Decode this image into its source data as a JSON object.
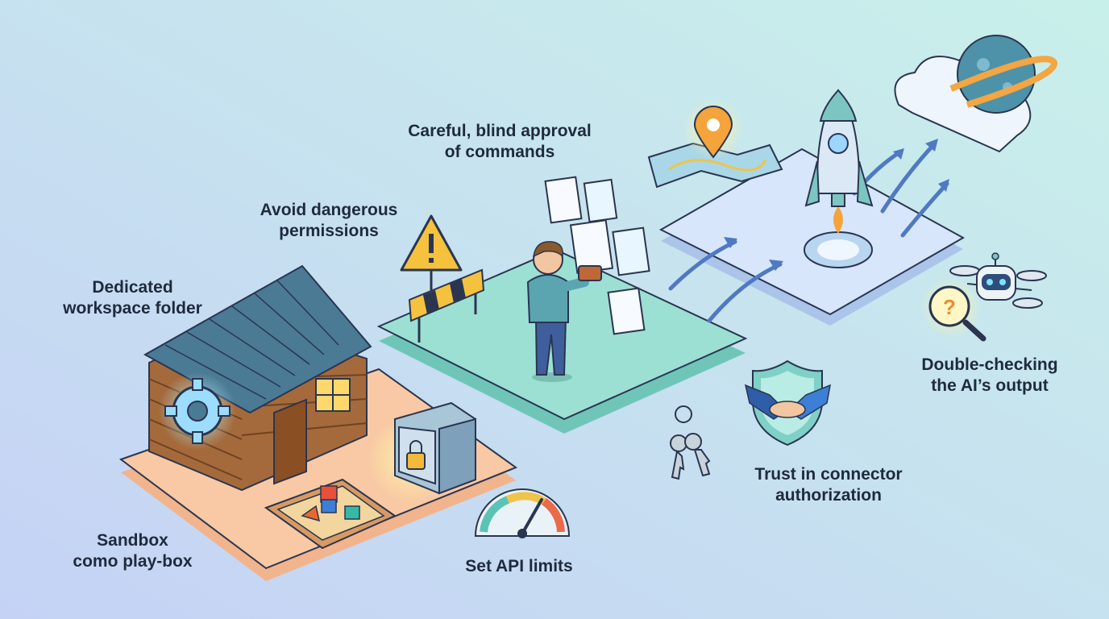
{
  "labels": {
    "careful_approval": [
      "Careful, blind approval",
      "of commands"
    ],
    "avoid_permissions": [
      "Avoid dangerous",
      "permissions"
    ],
    "workspace_folder": [
      "Dedicated",
      "workspace folder"
    ],
    "double_checking": [
      "Double-checking",
      "the AI’s output"
    ],
    "trust_connector": [
      "Trust in connector",
      "authorization"
    ],
    "sandbox": [
      "Sandbox",
      "como play-box"
    ],
    "api_limits": [
      "Set API limits"
    ]
  },
  "icons": {
    "house": "log-cabin-icon",
    "gear": "gear-icon",
    "warning": "warning-sign-icon",
    "barrier": "barrier-icon",
    "person": "person-icon",
    "documents": "document-icon",
    "map": "map-pin-icon",
    "rocket": "rocket-icon",
    "cloud": "cloud-icon",
    "planet": "planet-icon",
    "robot": "robot-drone-icon",
    "magnifier": "magnifier-question-icon",
    "shield": "handshake-shield-icon",
    "keys": "keys-icon",
    "safe": "safe-lock-icon",
    "gauge": "gauge-icon",
    "sandbox": "sandbox-icon"
  },
  "colors": {
    "bg_start": "#c5d2f5",
    "bg_end": "#c8f0ea",
    "orange_platform": "#f8c9a4",
    "teal_platform": "#9ce0d4",
    "blue_platform": "#d7e6fb",
    "text": "#1f2a3d"
  }
}
